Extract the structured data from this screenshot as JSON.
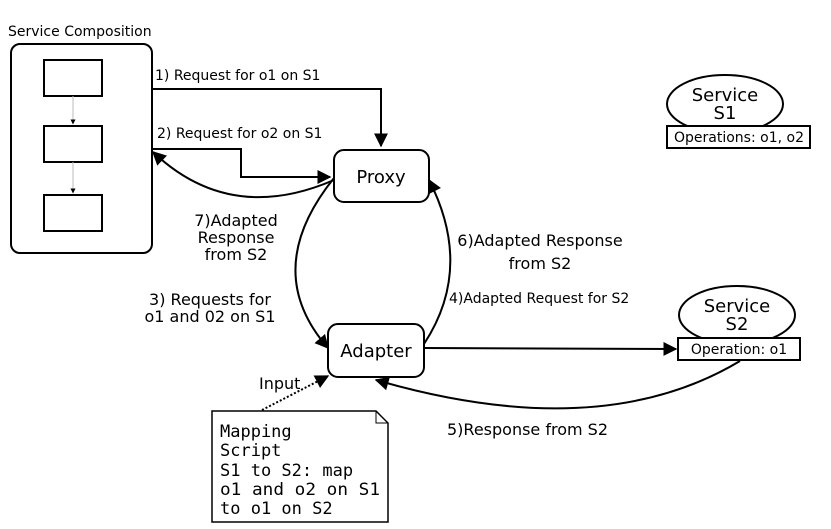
{
  "composition": {
    "title": "Service Composition"
  },
  "nodes": {
    "proxy": "Proxy",
    "adapter": "Adapter",
    "s1": {
      "title_line1": "Service",
      "title_line2": "S1",
      "ops": "Operations: o1, o2"
    },
    "s2": {
      "title_line1": "Service",
      "title_line2": "S2",
      "ops": "Operation: o1"
    }
  },
  "edges": {
    "e1": "1) Request for o1 on S1",
    "e2": "2) Request for o2 on S1",
    "e3": [
      "3) Requests for",
      "o1 and 02 on S1"
    ],
    "e4": "4)Adapted Request for S2",
    "e5": "5)Response from S2",
    "e6": [
      "6)Adapted Response",
      "from S2"
    ],
    "e7": [
      "7)Adapted",
      "Response",
      "from S2"
    ],
    "input": "Input"
  },
  "script_note": {
    "lines": [
      "Mapping",
      "Script",
      "S1 to S2: map",
      "o1 and o2 on S1",
      "to o1 on S2"
    ]
  }
}
